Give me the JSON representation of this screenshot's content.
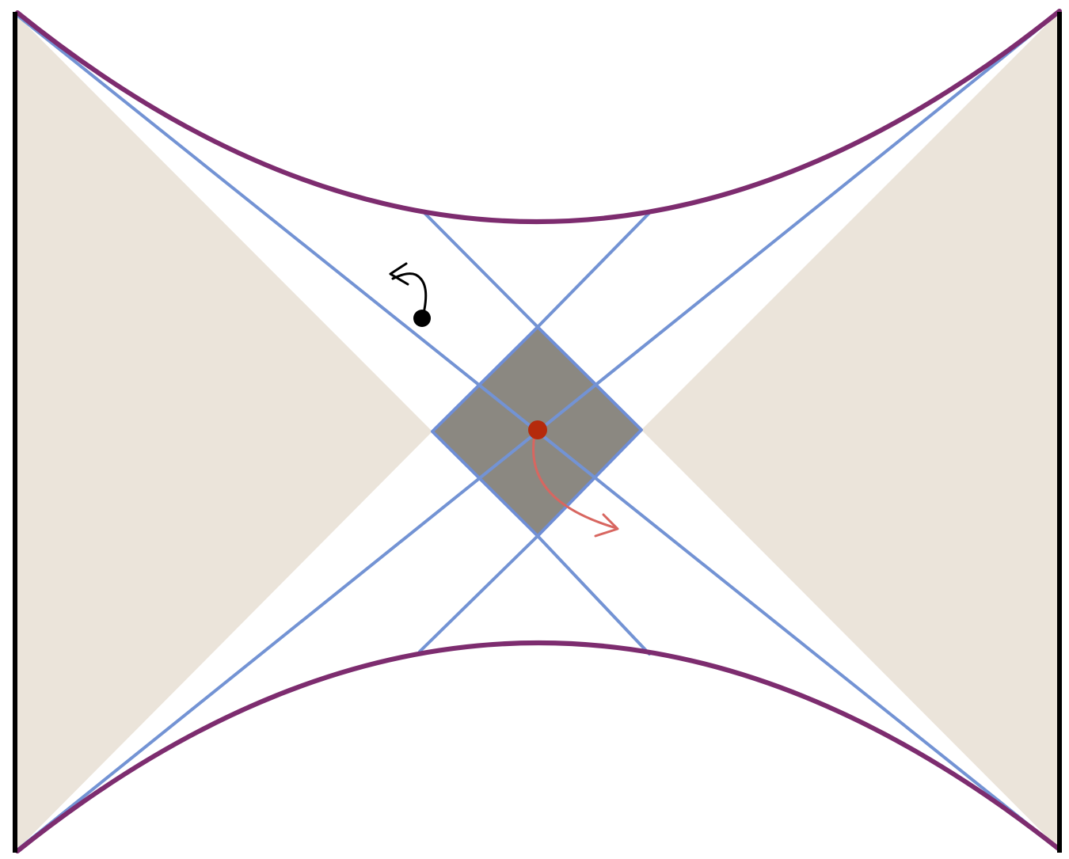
{
  "colors": {
    "background": "#ffffff",
    "wedge_fill": "#ebe4da",
    "boundary": "#000000",
    "light_rays": "#7393d4",
    "singularity_arcs": "#7d2c6f",
    "diamond_fill": "#8b8881",
    "diamond_edge": "#6f8ed6",
    "observer_a": "#000000",
    "observer_b": "#b52a0c",
    "observer_b_path": "#d86660"
  },
  "elements": {
    "left_wedge": "shaded-wedge",
    "right_wedge": "shaded-wedge",
    "left_boundary": "black-vertical-line",
    "right_boundary": "black-vertical-line",
    "top_arc": "purple-curve",
    "bottom_arc": "purple-curve",
    "central_diamond": "gray-diamond",
    "black_observer": "dot-with-curved-arrow",
    "red_observer": "dot-with-curved-arrow"
  }
}
